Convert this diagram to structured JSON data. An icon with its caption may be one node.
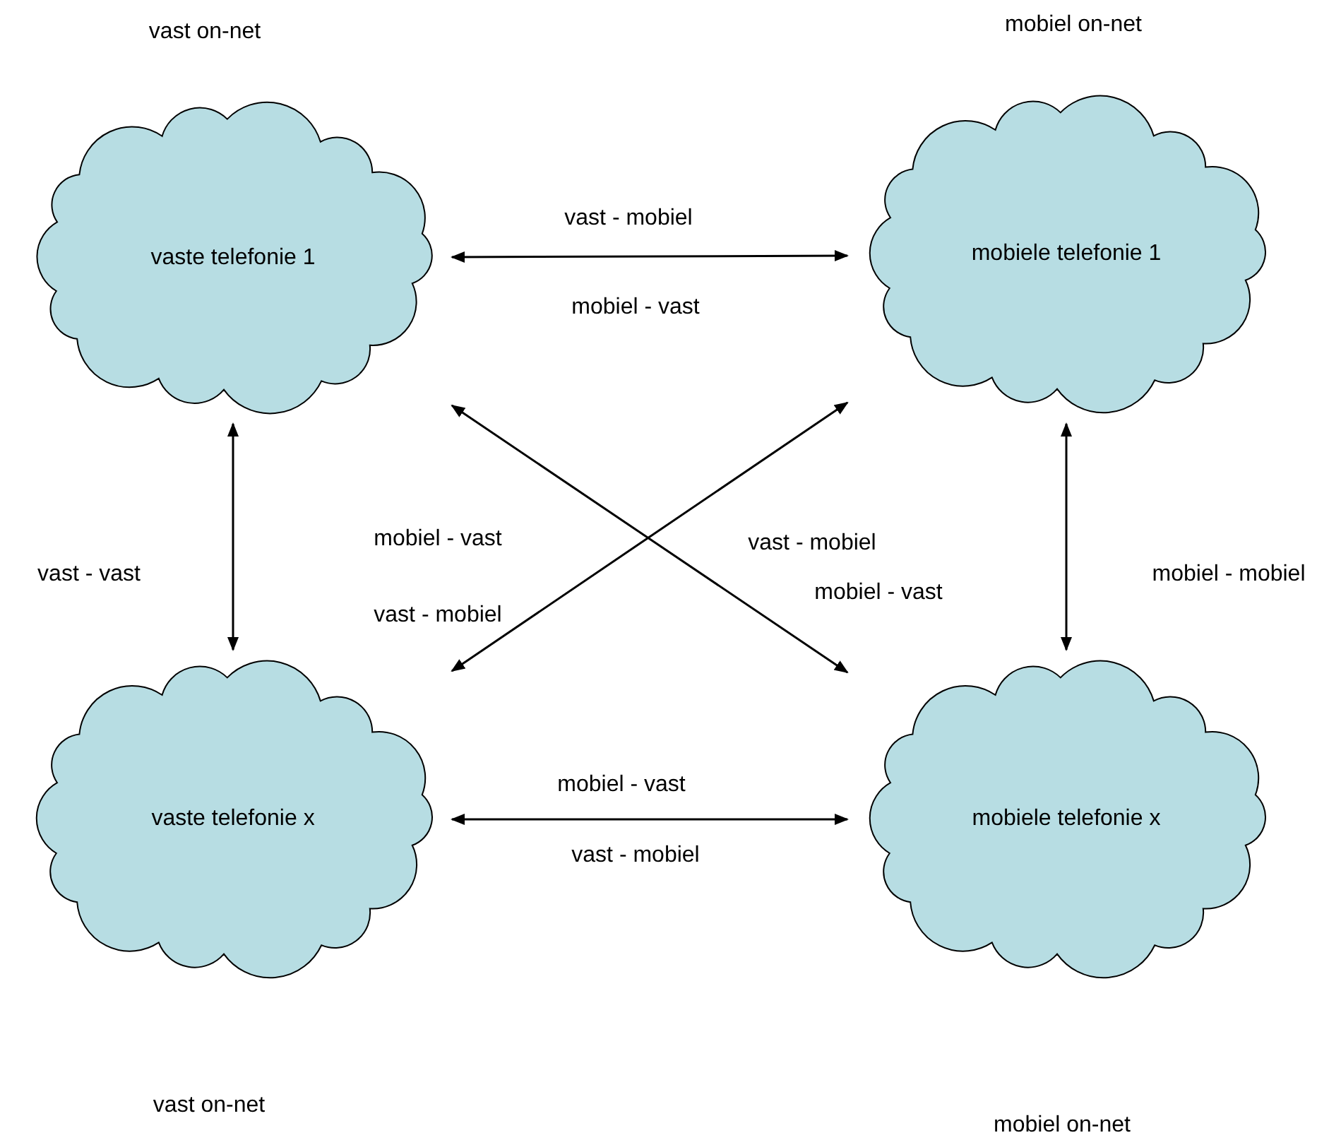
{
  "diagram": {
    "nodes": [
      {
        "text": [
          "vaste telefonie 1"
        ]
      },
      {
        "text": [
          "mobiele telefonie 1"
        ]
      },
      {
        "text": [
          "vaste telefonie x"
        ]
      },
      {
        "text": [
          "mobiele telefonie x"
        ]
      }
    ],
    "edges": [
      {
        "from": 0,
        "to": 1,
        "arrow": "both"
      },
      {
        "from": 0,
        "to": 2,
        "arrow": "both"
      },
      {
        "from": 1,
        "to": 3,
        "arrow": "both"
      },
      {
        "from": 0,
        "to": 3,
        "arrow": "both"
      },
      {
        "from": 1,
        "to": 2,
        "arrow": "both"
      },
      {
        "from": 2,
        "to": 3,
        "arrow": "both"
      }
    ],
    "labels": [
      "vast on-net",
      "mobiel on-net",
      "vast - mobiel",
      "mobiel - vast",
      "vast - vast",
      "mobiel - vast",
      "vast - mobiel",
      "vast - mobiel",
      "mobiel - vast",
      "mobiel - mobiel",
      "mobiel - vast",
      "vast - mobiel",
      "vast on-net",
      "mobiel on-net"
    ]
  }
}
